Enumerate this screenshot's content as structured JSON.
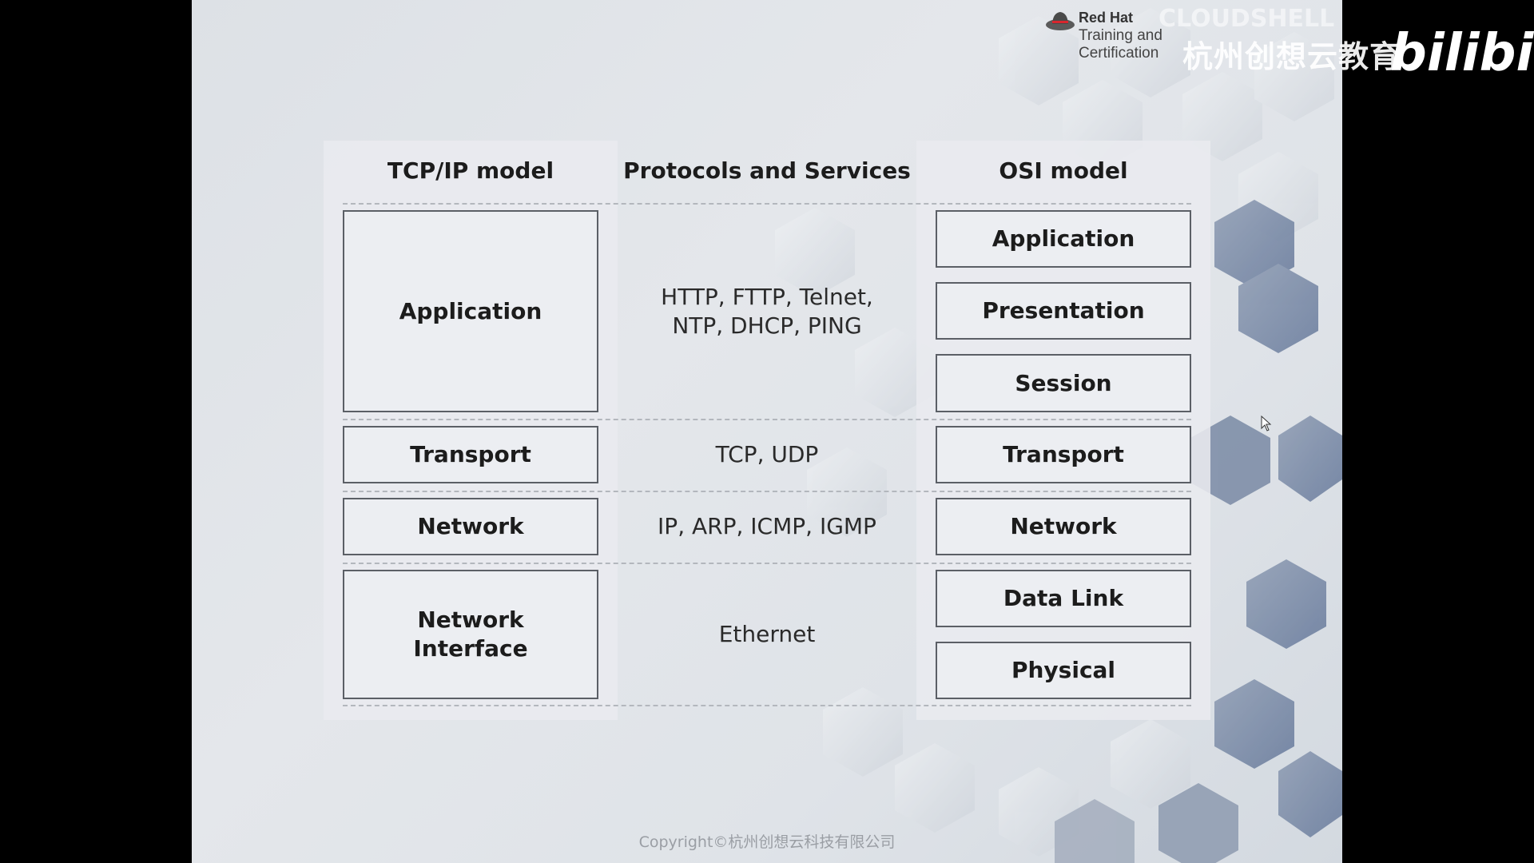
{
  "logo": {
    "brand": "Red Hat",
    "sub_line1": "Training and",
    "sub_line2": "Certification"
  },
  "watermarks": {
    "text1": "CLOUDSHELL",
    "text2": "杭州创想云教育",
    "text3": "bilibili"
  },
  "columns": {
    "tcpip": "TCP/IP model",
    "protocols": "Protocols and Services",
    "osi": "OSI model"
  },
  "tcpip_layers": [
    "Application",
    "Transport",
    "Network",
    "Network Interface"
  ],
  "protocol_rows": [
    "HTTP, FTTP, Telnet, NTP, DHCP, PING",
    "TCP, UDP",
    "IP, ARP, ICMP, IGMP",
    "Ethernet"
  ],
  "osi_layers": [
    "Application",
    "Presentation",
    "Session",
    "Transport",
    "Network",
    "Data Link",
    "Physical"
  ],
  "footer": {
    "copyright": "Copyright©杭州创想云科技有限公司"
  },
  "colors": {
    "background": "#000000",
    "slide": "#e2e5e9",
    "box_border": "#5b5f66",
    "text": "#1c1c1c",
    "logo_red": "#d9262e"
  }
}
